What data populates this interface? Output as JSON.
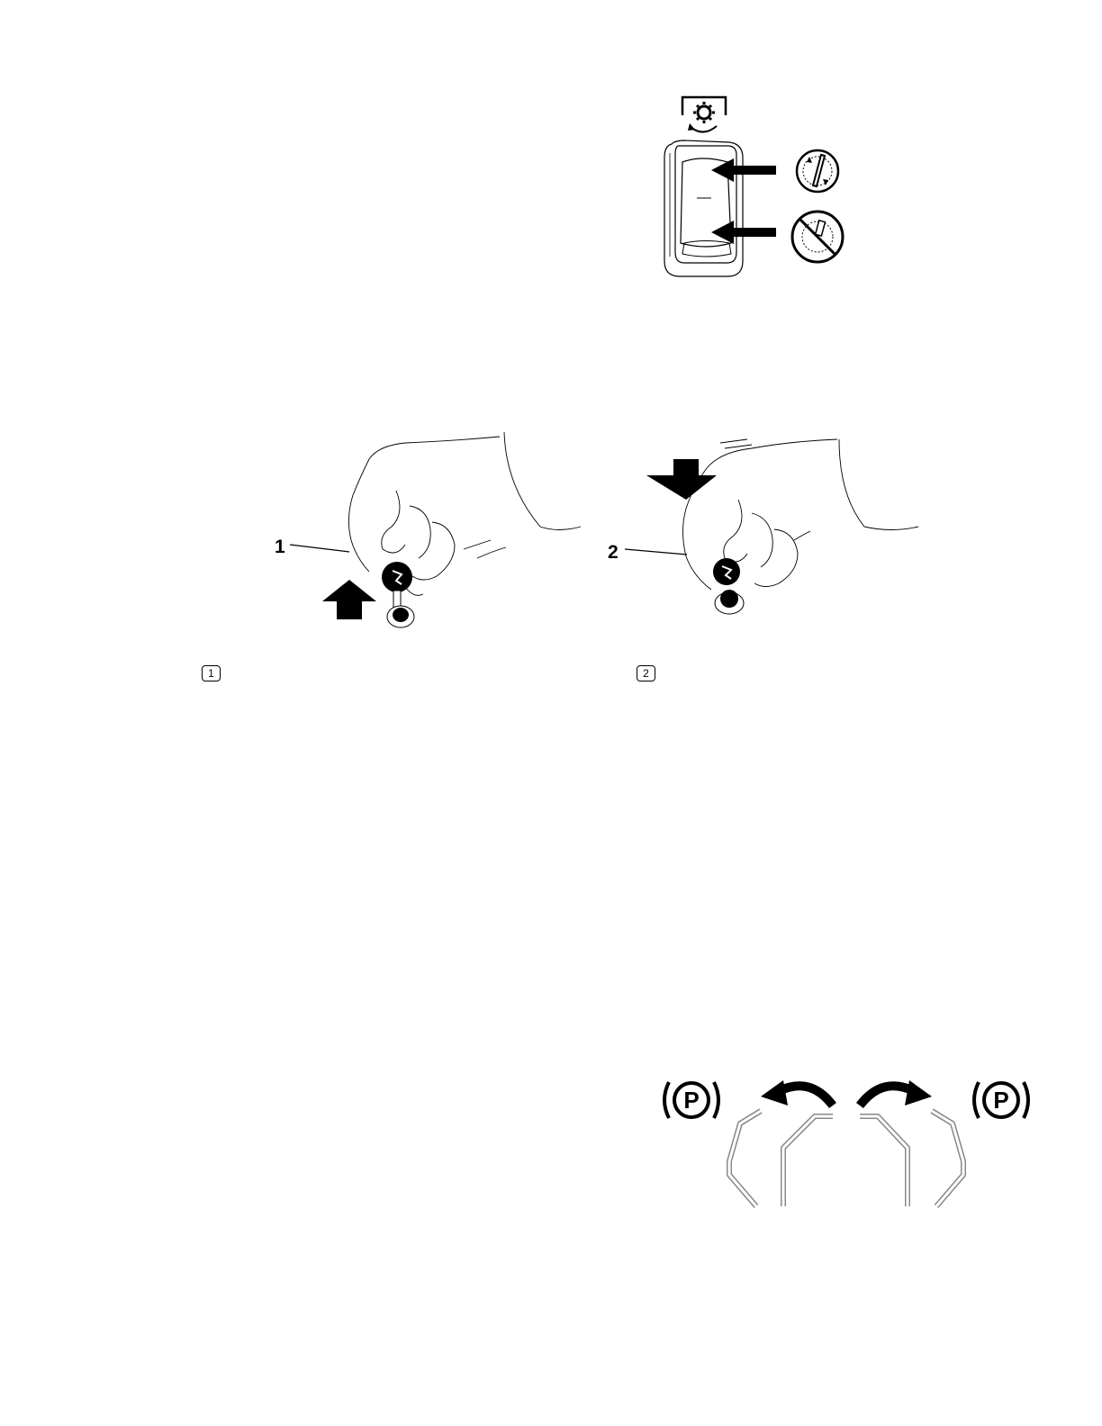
{
  "figures": {
    "rocker_switch": {
      "icons": [
        "pto-gear-icon",
        "rotate-wheel-icon",
        "no-rotate-wheel-icon"
      ]
    },
    "key_figure": {
      "callouts": [
        {
          "number": "1"
        },
        {
          "number": "2"
        }
      ],
      "step_badges": [
        {
          "label": "1"
        },
        {
          "label": "2"
        }
      ]
    },
    "park_brake": {
      "icons": [
        "parking-brake-icon",
        "parking-brake-icon"
      ]
    }
  }
}
